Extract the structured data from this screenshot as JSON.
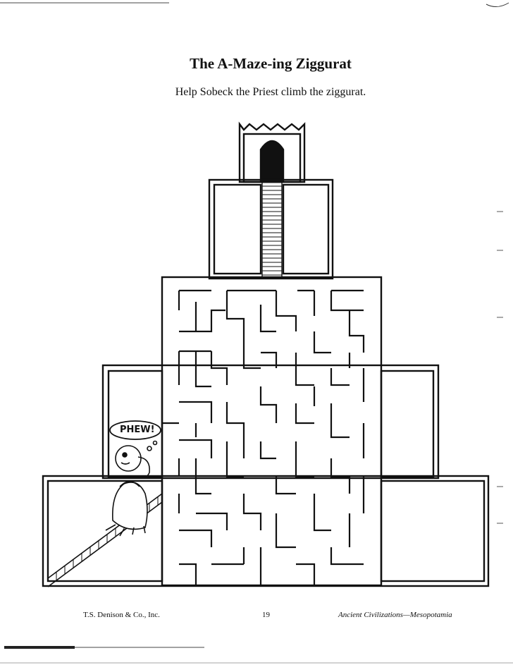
{
  "page": {
    "title": "The A-Maze-ing Ziggurat",
    "subtitle": "Help Sobeck the Priest climb the ziggurat.",
    "speech_bubble": "PHEW!",
    "footer": {
      "publisher": "T.S. Denison & Co., Inc.",
      "page_number": "19",
      "book_title": "Ancient Civilizations—Mesopotamia"
    }
  }
}
